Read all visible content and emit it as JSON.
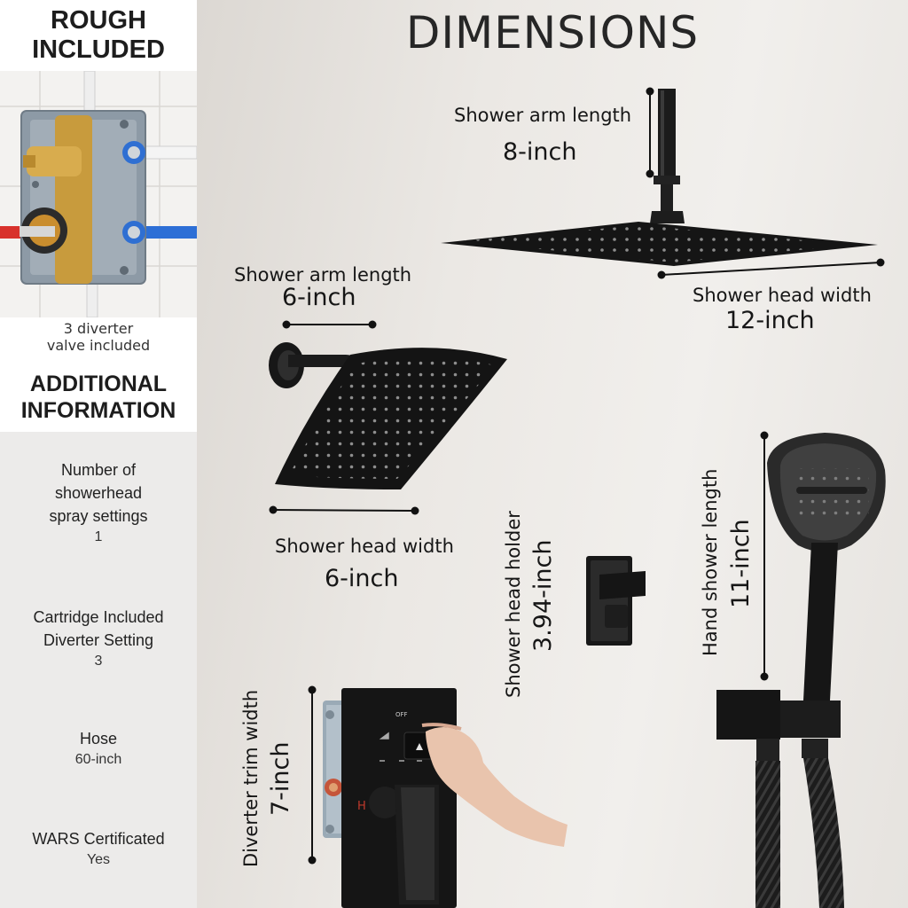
{
  "left_panel": {
    "rough_heading": "ROUGH\nINCLUDED",
    "valve_caption": "3 diverter\nvalve included",
    "additional_heading": "ADDITIONAL\nINFORMATION",
    "specs": [
      {
        "label": "Number of\nshowerhead\nspray settings",
        "value": "1"
      },
      {
        "label": "Cartridge Included\nDiverter Setting",
        "value": "3"
      },
      {
        "label": "Hose",
        "value": "60-inch"
      },
      {
        "label": "WARS Certificated",
        "value": "Yes"
      }
    ]
  },
  "title": "DIMENSIONS",
  "dimensions": {
    "rain_arm_label": "Shower arm length",
    "rain_arm_value": "8-inch",
    "rain_head_label": "Shower head width",
    "rain_head_value": "12-inch",
    "arm_label": "Shower arm length",
    "arm_value": "6-inch",
    "head_label": "Shower head width",
    "head_value": "6-inch",
    "holder_label": "Shower head holder",
    "holder_value": "3.94-inch",
    "hand_label": "Hand shower length",
    "hand_value": "11-inch",
    "trim_label": "Diverter trim width",
    "trim_value": "7-inch"
  },
  "valve_markings": {
    "off": "OFF",
    "hot": "H"
  }
}
